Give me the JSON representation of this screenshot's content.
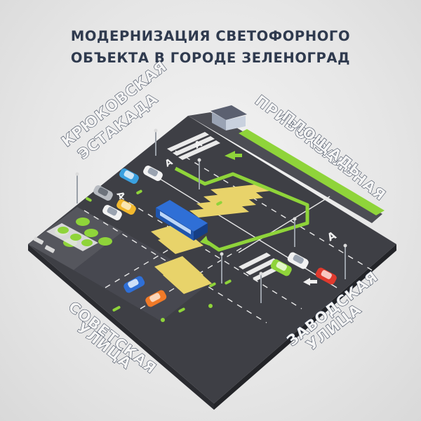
{
  "title": {
    "line1": "МОДЕРНИЗАЦИЯ СВЕТОФОРНОГО",
    "line2": "ОБЪЕКТА В ГОРОДЕ ЗЕЛЕНОГРАД"
  },
  "streets": {
    "top_left": [
      "КРЮКОВСКАЯ",
      "ЭСТАКАДА"
    ],
    "top_right": [
      "ПРИВОКЗАЛЬНАЯ",
      "ПЛОЩАДЬ"
    ],
    "bottom_left": [
      "СОВЕТСКАЯ",
      "УЛИЦА"
    ],
    "bottom_right": [
      "ЗАВОДСКАЯ",
      "УЛИЦА"
    ]
  },
  "road_marking_letter": "А",
  "colors": {
    "title": "#2f3a4e",
    "asphalt": "#3e3f45",
    "accent_green": "#8fd43a",
    "bus": "#2f6fd6"
  }
}
